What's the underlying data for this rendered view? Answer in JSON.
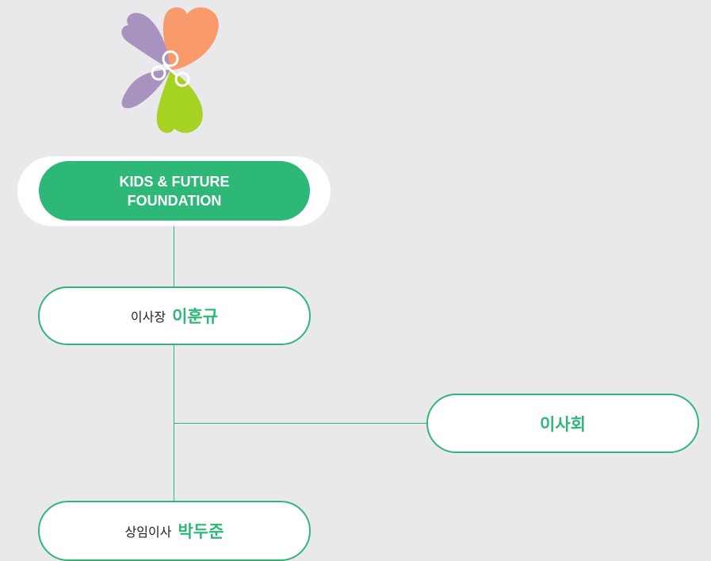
{
  "logo": {
    "name": "flower-logo",
    "colors": {
      "orange": "#f99a6a",
      "purple": "#a792c0",
      "green": "#a6d323",
      "outline": "#ffffff"
    }
  },
  "colors": {
    "accent": "#2eb877",
    "background": "#e9e9eb",
    "node_fill": "#ffffff"
  },
  "root": {
    "line1": "KIDS & FUTURE",
    "line2": "FOUNDATION"
  },
  "chairman": {
    "role": "이사장",
    "name": "이훈규"
  },
  "board": {
    "label": "이사회"
  },
  "director": {
    "role": "상임이사",
    "name": "박두준"
  }
}
